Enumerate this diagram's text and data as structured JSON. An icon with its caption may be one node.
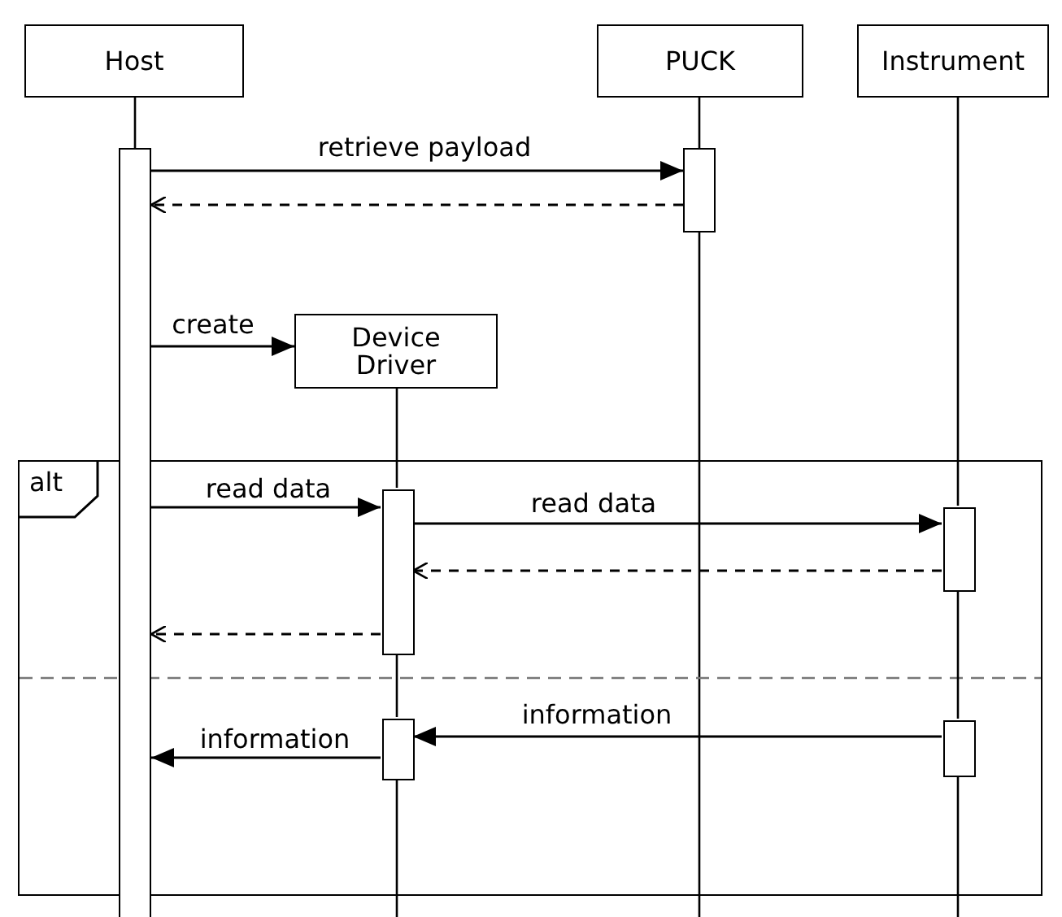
{
  "diagram": {
    "nodes": [
      {
        "text": [
          "Host"
        ]
      },
      {
        "text": [
          "PUCK"
        ]
      },
      {
        "text": [
          "Instrument"
        ]
      },
      {
        "text": [
          "Device Driver"
        ]
      },
      {
        "text": [
          "alt"
        ]
      },
      {
        "text": [],
        "shape": "bar"
      },
      {
        "text": [],
        "shape": "bar"
      },
      {
        "text": [],
        "shape": "bar",
        "in": 4
      },
      {
        "text": [],
        "shape": "bar",
        "in": 4
      },
      {
        "text": [],
        "shape": "bar",
        "in": 4
      },
      {
        "text": [],
        "shape": "bar",
        "in": 4
      }
    ],
    "edges": [
      {
        "from": 5,
        "to": 6,
        "arrow": "to",
        "label": "retrieve payload"
      },
      {
        "from": 6,
        "to": 5,
        "arrow": "to",
        "style": "dashed"
      },
      {
        "from": 5,
        "to": 3,
        "arrow": "to",
        "label": "create"
      },
      {
        "from": 5,
        "to": 7,
        "arrow": "to",
        "label": "read data"
      },
      {
        "from": 7,
        "to": 8,
        "arrow": "to",
        "label": "read data"
      },
      {
        "from": 8,
        "to": 7,
        "arrow": "to",
        "style": "dashed"
      },
      {
        "from": 7,
        "to": 5,
        "arrow": "to",
        "style": "dashed"
      },
      {
        "from": 10,
        "to": 9,
        "arrow": "to",
        "label": "information"
      },
      {
        "from": 9,
        "to": 5,
        "arrow": "to",
        "label": "information"
      },
      {
        "from": 0,
        "to": 5,
        "arrow": "none"
      },
      {
        "from": 1,
        "to": 6,
        "arrow": "none"
      },
      {
        "from": 3,
        "to": 7,
        "arrow": "none"
      },
      {
        "from": 7,
        "to": 9,
        "arrow": "none"
      },
      {
        "from": 2,
        "to": 8,
        "arrow": "none"
      },
      {
        "from": 8,
        "to": 10,
        "arrow": "none"
      }
    ]
  }
}
